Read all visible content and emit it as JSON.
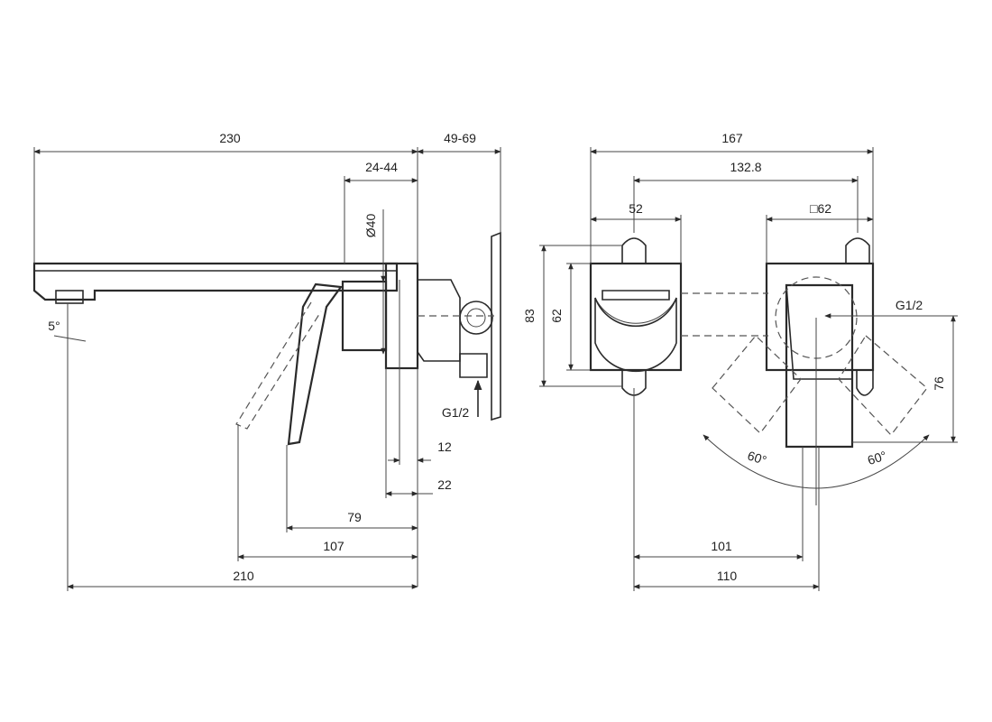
{
  "side_view": {
    "dims": {
      "overall_length": "230",
      "wall_range": "49-69",
      "body_range": "24-44",
      "diameter": "Ø40",
      "angle": "5°",
      "inlet": "G1/2",
      "d12": "12",
      "d22": "22",
      "d79": "79",
      "d107": "107",
      "d210": "210"
    }
  },
  "front_view": {
    "dims": {
      "overall_width": "167",
      "center_distance": "132.8",
      "rosette_width": "52",
      "plate_size": "□62",
      "height_83": "83",
      "height_62": "62",
      "inlet": "G1/2",
      "height_76": "76",
      "angle_left": "60°",
      "angle_right": "60°",
      "d101": "101",
      "d110": "110"
    }
  },
  "colors": {
    "line": "#2a2a2a",
    "background": "#ffffff"
  }
}
